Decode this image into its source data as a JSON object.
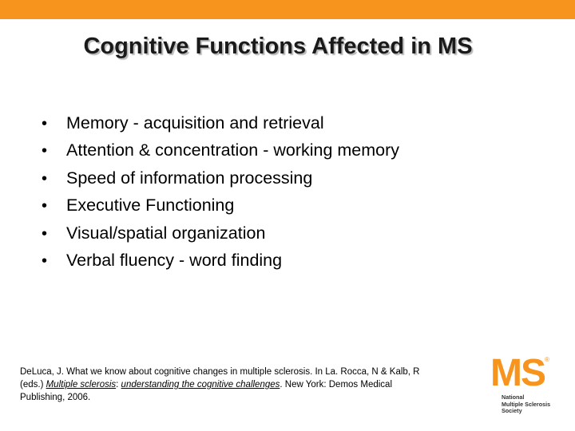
{
  "slide": {
    "title": "Cognitive Functions Affected in MS",
    "bullets": [
      "Memory - acquisition and retrieval",
      "Attention & concentration - working memory",
      "Speed of information processing",
      "Executive Functioning",
      "Visual/spatial organization",
      "Verbal fluency - word finding"
    ],
    "bullet_glyph": "•",
    "citation": {
      "part1": "DeLuca, J. What we know about cognitive changes in multiple sclerosis. In La. Rocca, N & Kalb, R (eds.) ",
      "title_a": "Multiple sclerosis",
      "sep": ": ",
      "title_b": "understanding the cognitive challenges",
      "part2": ". New York: Demos Medical Publishing, 2006."
    }
  },
  "logo": {
    "mark": "MS",
    "registered": "®",
    "lines": [
      "National",
      "Multiple Sclerosis",
      "Society"
    ]
  },
  "colors": {
    "accent": "#f7941d",
    "text": "#000000"
  }
}
